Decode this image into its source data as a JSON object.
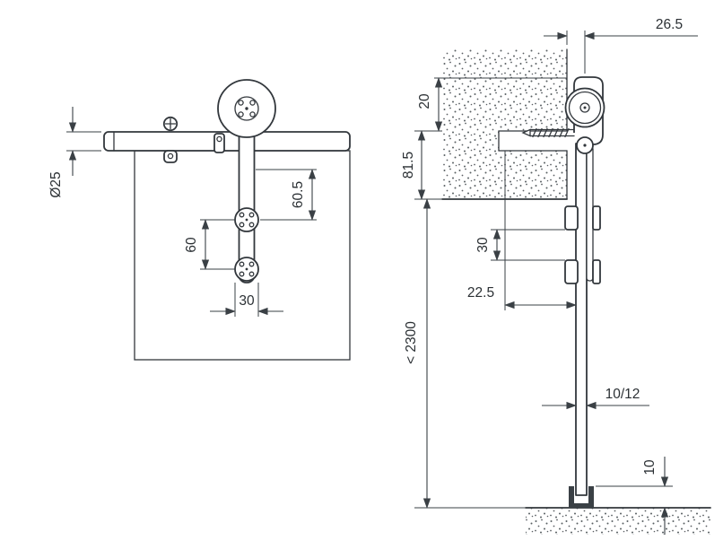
{
  "front_view": {
    "dimensions": {
      "rail_diameter": "Ø25",
      "strap_top_to_first_bolt": "60.5",
      "bolt_spacing": "60",
      "bolt_flange_width": "30"
    }
  },
  "side_view": {
    "dimensions": {
      "track_offset": "26.5",
      "track_top_to_screw": "20",
      "screw_to_wall_bottom": "81.5",
      "clamp_gap": "30",
      "wall_to_door_face": "22.5",
      "max_door_height": "< 2300",
      "door_thickness": "10/12",
      "floor_clearance": "10"
    }
  },
  "colors": {
    "object_line": "#32373c",
    "dimension_line": "#3a4045",
    "label_text": "#2b3034",
    "stipple": "#5a5f63",
    "background": "#ffffff"
  }
}
